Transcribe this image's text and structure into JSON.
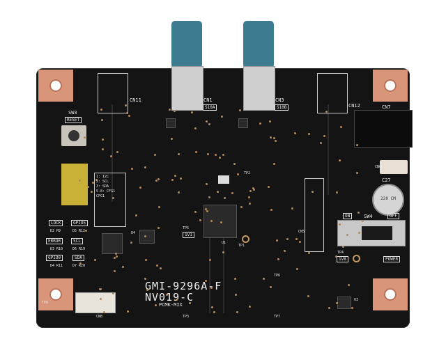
{
  "board": {
    "model": "GMI-9296A-F",
    "revision": "NV019-C",
    "maker_mark": "PCMK-MIX",
    "colors": {
      "pcb": "#141414",
      "copper": "#d9957a",
      "connector": "#3d7c90",
      "silk": "#e8e8e8"
    }
  },
  "connectors": {
    "cn1": "CN1",
    "cn1_sub": "S10A",
    "cn3": "CN3",
    "cn3_sub": "S10B",
    "cn11": "CN11",
    "cn12": "CN12",
    "cn7": "CN7",
    "cn8": "CN8",
    "cn5": "CN5",
    "cn6": "CN6"
  },
  "switches": {
    "reset_ref": "SW3",
    "reset_label": "RESET",
    "power_ref": "SW4",
    "on_label": "ON",
    "off_label": "OFF"
  },
  "dip_table": [
    "1: I2C",
    "2: SCL",
    "3: SDA",
    "5-8: CFG1",
    "CFG1"
  ],
  "leds": [
    {
      "label": "LOCK",
      "ref": "D2 R9"
    },
    {
      "label": "GPIO5",
      "ref": "D5 R12"
    },
    {
      "label": "ERROR",
      "ref": "D3 R10"
    },
    {
      "label": "SCL",
      "ref": "D6 R19"
    },
    {
      "label": "GPIO0",
      "ref": "D4 R11"
    },
    {
      "label": "SDA",
      "ref": "D7 R20"
    }
  ],
  "power_led": "POWER",
  "test_points": [
    "TP1",
    "TP2",
    "TP3",
    "TP4",
    "TP5",
    "TP6",
    "TP7",
    "TP8"
  ],
  "tp_labels": {
    "tp4": "1V8",
    "tp5": "1V1"
  },
  "capacitor": {
    "ref": "C27",
    "marking": "220 CM"
  },
  "ics": {
    "u1": "U1",
    "u3": "U3",
    "u4": "U4"
  }
}
